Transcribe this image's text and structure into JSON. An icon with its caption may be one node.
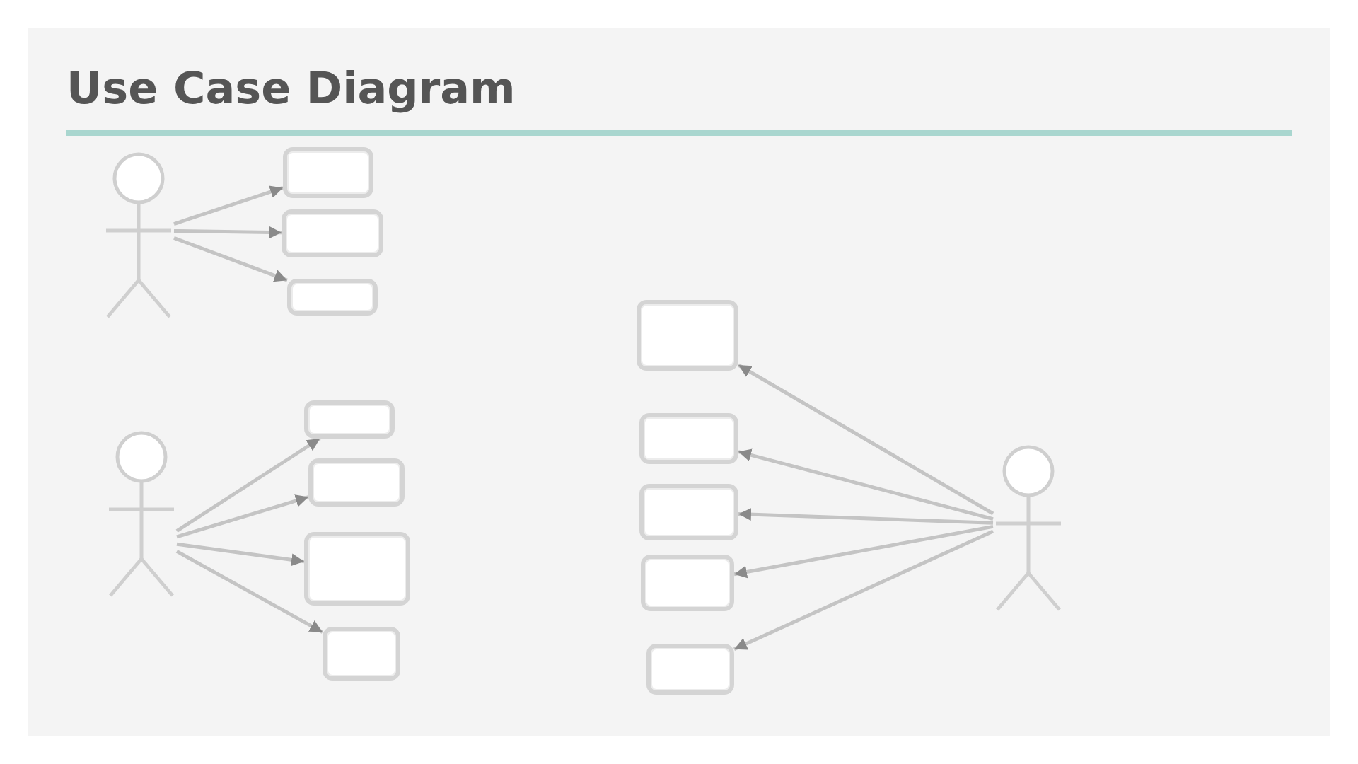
{
  "diagram": {
    "title": "Use Case Diagram",
    "nodes": [
      {
        "text": [],
        "shape": "person"
      },
      {
        "text": [],
        "shape": "box"
      },
      {
        "text": [],
        "shape": "box"
      },
      {
        "text": [],
        "shape": "box"
      },
      {
        "text": [],
        "shape": "person"
      },
      {
        "text": [],
        "shape": "box"
      },
      {
        "text": [],
        "shape": "box"
      },
      {
        "text": [],
        "shape": "box"
      },
      {
        "text": [],
        "shape": "box"
      },
      {
        "text": [],
        "shape": "box"
      },
      {
        "text": [],
        "shape": "box"
      },
      {
        "text": [],
        "shape": "box"
      },
      {
        "text": [],
        "shape": "box"
      },
      {
        "text": [],
        "shape": "box"
      },
      {
        "text": [],
        "shape": "person"
      }
    ],
    "edges": [
      {
        "from": 0,
        "to": 1,
        "arrow": "to"
      },
      {
        "from": 0,
        "to": 2,
        "arrow": "to"
      },
      {
        "from": 0,
        "to": 3,
        "arrow": "to"
      },
      {
        "from": 4,
        "to": 5,
        "arrow": "to"
      },
      {
        "from": 4,
        "to": 6,
        "arrow": "to"
      },
      {
        "from": 4,
        "to": 7,
        "arrow": "to"
      },
      {
        "from": 4,
        "to": 8,
        "arrow": "to"
      },
      {
        "from": 14,
        "to": 9,
        "arrow": "to"
      },
      {
        "from": 14,
        "to": 10,
        "arrow": "to"
      },
      {
        "from": 14,
        "to": 11,
        "arrow": "to"
      },
      {
        "from": 14,
        "to": 12,
        "arrow": "to"
      },
      {
        "from": 14,
        "to": 13,
        "arrow": "to"
      }
    ]
  }
}
